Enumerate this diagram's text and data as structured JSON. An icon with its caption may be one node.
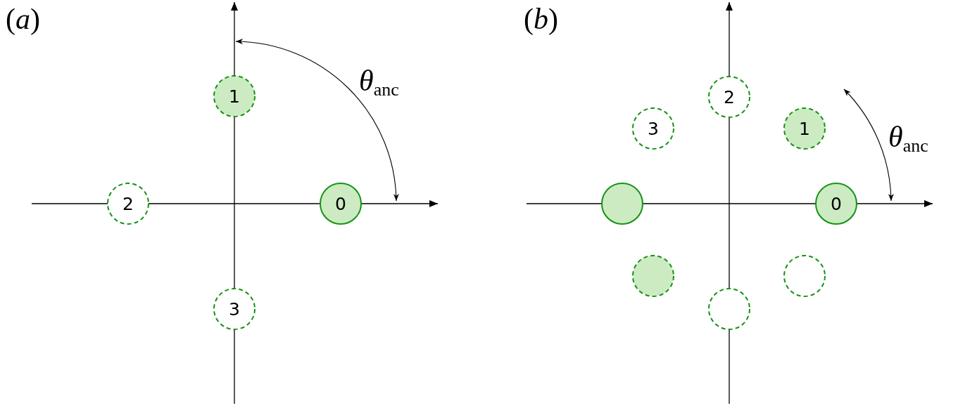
{
  "diagram": {
    "nodes": [
      {
        "text": [
          "1"
        ]
      },
      {
        "text": [
          "2"
        ]
      },
      {
        "text": [
          "0"
        ]
      },
      {
        "text": [
          "3"
        ]
      },
      {
        "text": [
          "2"
        ]
      },
      {
        "text": [
          "3"
        ]
      },
      {
        "text": [
          "1"
        ]
      },
      {
        "text": [],
        "shape": "circle"
      },
      {
        "text": [
          "0"
        ]
      },
      {
        "text": [],
        "shape": "circle"
      },
      {
        "text": [],
        "shape": "circle"
      },
      {
        "text": [],
        "shape": "circle"
      }
    ],
    "labels": [
      "(*a*)",
      "*θ*$_{anc}$",
      "(*b*)",
      "*θ*$_{anc}$"
    ]
  }
}
